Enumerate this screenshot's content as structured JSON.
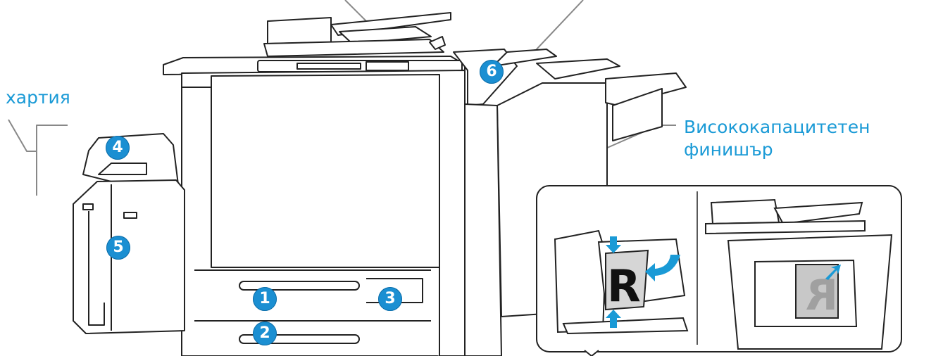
{
  "labels": {
    "paper": "хартия",
    "finisher_line1": "Висококапацитетен",
    "finisher_line2": "финишър"
  },
  "callouts": {
    "c1": "1",
    "c2": "2",
    "c3": "3",
    "c4": "4",
    "c5": "5",
    "c6": "6"
  },
  "inset": {
    "letter": "R",
    "mirrored_letter": "R"
  },
  "colors": {
    "accent": "#1a9ad6",
    "badge": "#1b8fd2",
    "line": "#222222",
    "leader": "#888888"
  }
}
